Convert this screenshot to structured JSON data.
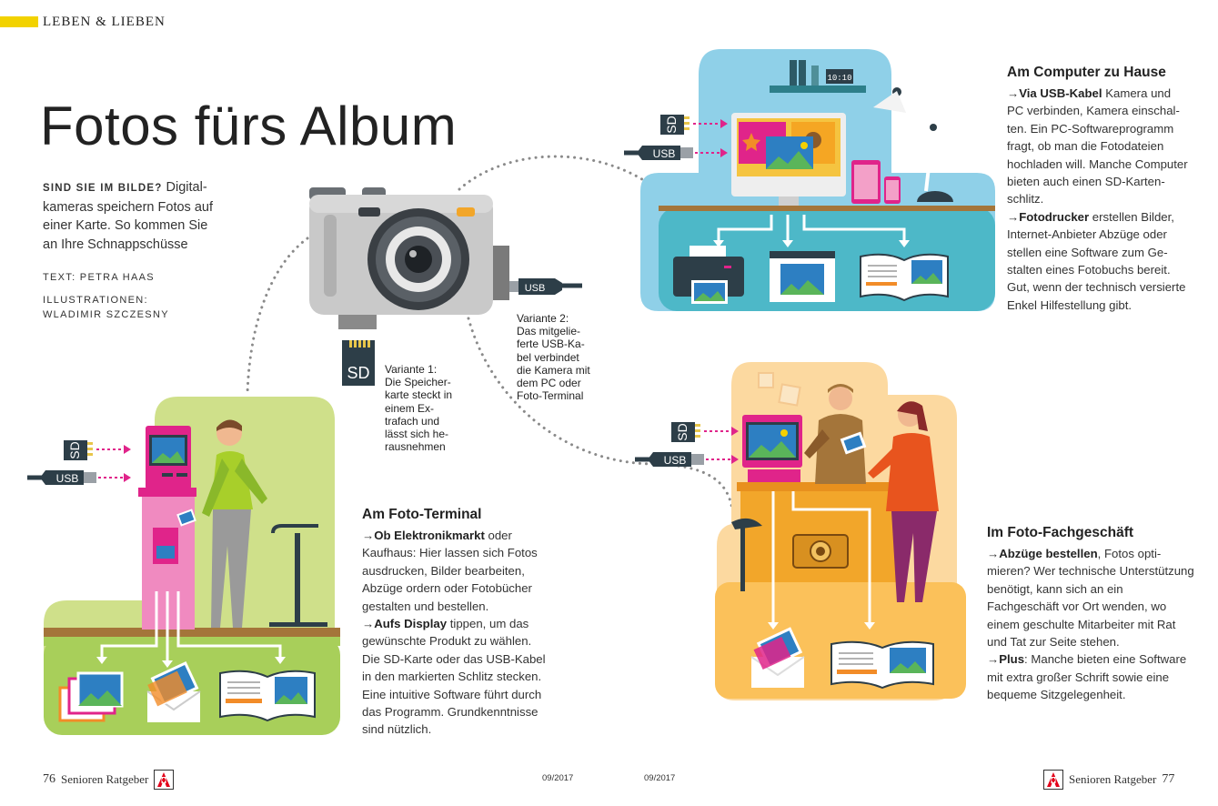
{
  "header": {
    "section_label": "LEBEN & LIEBEN"
  },
  "title": "Fotos fürs Album",
  "intro": {
    "lead_caps": "SIND SIE IM BILDE?",
    "lead_text": " Digital­kameras speichern Fotos auf einer Karte. So kommen Sie an Ihre Schnappschüsse",
    "text_credit": "TEXT: PETRA HAAS",
    "illustration_label": "ILLUSTRATIONEN:",
    "illustration_name": "WLADIMIR SZCZESNY"
  },
  "variants": {
    "v1_title": "Variante 1:",
    "v1_text": "Die Speicher­karte steckt in einem Ex­trafach und lässt sich he­rausnehmen",
    "v2_title": "Variante 2:",
    "v2_text": "Das mitgelie­ferte USB-Ka­bel verbindet die Kamera mit dem PC oder Foto-Terminal"
  },
  "icons": {
    "sd": "SD",
    "usb": "USB"
  },
  "computer": {
    "title": "Am Computer zu Hause",
    "p1_bold": "Via USB-Kabel",
    "p1_text": " Kamera und PC verbinden, Kamera einschal­ten. Ein PC-Softwareprogramm fragt, ob man die Fotodateien hochladen will. Manche Compu­ter bieten auch einen SD-Karten­schlitz.",
    "p2_bold": "Fotodrucker",
    "p2_text": " erstellen Bilder, Internet-Anbieter Abzüge oder stellen eine Software zum Ge­stalten eines Fotobuchs bereit. Gut, wenn der technisch ver­sierte Enkel Hilfestellung gibt.",
    "clock": "10:10"
  },
  "terminal": {
    "title": "Am Foto-Terminal",
    "p1_bold": "Ob Elektronikmarkt",
    "p1_text": " oder Kaufhaus: Hier lassen sich Fotos ausdrucken, Bilder bearbeiten, Abzüge ordern oder Fotobücher gestalten und bestellen.",
    "p2_bold": "Aufs Display",
    "p2_text": " tippen, um das gewünschte Produkt zu wählen. Die SD-Karte oder das USB-Kabel in den markierten Schlitz stecken. Eine intuitive Software führt durch das Programm. Grund­kenntnisse sind nützlich."
  },
  "shop": {
    "title": "Im Foto-Fachgeschäft",
    "p1_bold": "Abzüge bestellen",
    "p1_text": ", Fotos opti­mieren? Wer technische Unterstüt­zung benötigt, kann sich an ein Fachgeschäft vor Ort wenden, wo einem geschulte Mitarbeiter mit Rat und Tat zur Seite stehen.",
    "p2_bold": "Plus",
    "p2_text": ": Manche bieten eine Soft­ware mit extra großer Schrift sowie eine bequeme Sitzgelegenheit."
  },
  "arrow": "→",
  "footer": {
    "left_page": "76",
    "magazine": "Senioren Ratgeber",
    "issue_left": "09/2017",
    "issue_right": "09/2017",
    "right_page": "77"
  },
  "colors": {
    "accent_yellow": "#f2d200",
    "sky_blue": "#8fd0e8",
    "teal": "#4db8c8",
    "green_bg": "#cfe08a",
    "orange_bg": "#fcd9a0",
    "magenta": "#e0248a",
    "dark_slate": "#2d3e48"
  }
}
